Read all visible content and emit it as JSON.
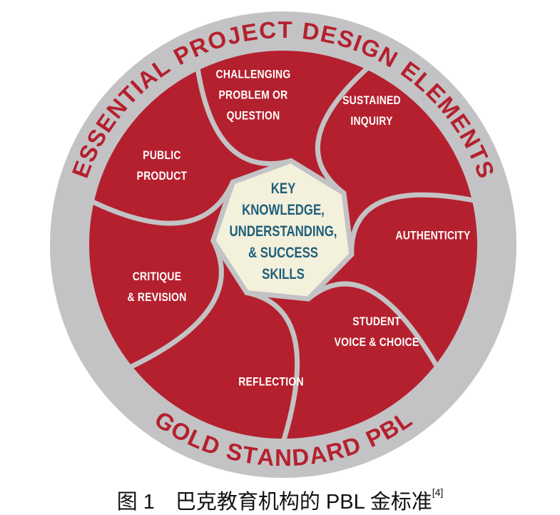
{
  "diagram": {
    "outer_ring_top_text": "ESSENTIAL PROJECT DESIGN ELEMENTS",
    "outer_ring_bottom_text": "GOLD STANDARD PBL",
    "center_text": "KEY\nKNOWLEDGE,\nUNDERSTANDING,\n& SUCCESS\nSKILLS",
    "elements": [
      {
        "label": "CHALLENGING\nPROBLEM OR\nQUESTION"
      },
      {
        "label": "SUSTAINED\nINQUIRY"
      },
      {
        "label": "AUTHENTICITY"
      },
      {
        "label": "STUDENT\nVOICE & CHOICE"
      },
      {
        "label": "REFLECTION"
      },
      {
        "label": "CRITIQUE\n& REVISION"
      },
      {
        "label": "PUBLIC\nPRODUCT"
      }
    ],
    "colors": {
      "ring": "#c3c3c5",
      "blade": "#b5202e",
      "center": "#f3f0dc",
      "center_text": "#1f5f7a",
      "ring_text": "#b5202e"
    }
  },
  "caption": {
    "text": "图 1　巴克教育机构的 PBL 金标准",
    "ref": "[4]"
  }
}
